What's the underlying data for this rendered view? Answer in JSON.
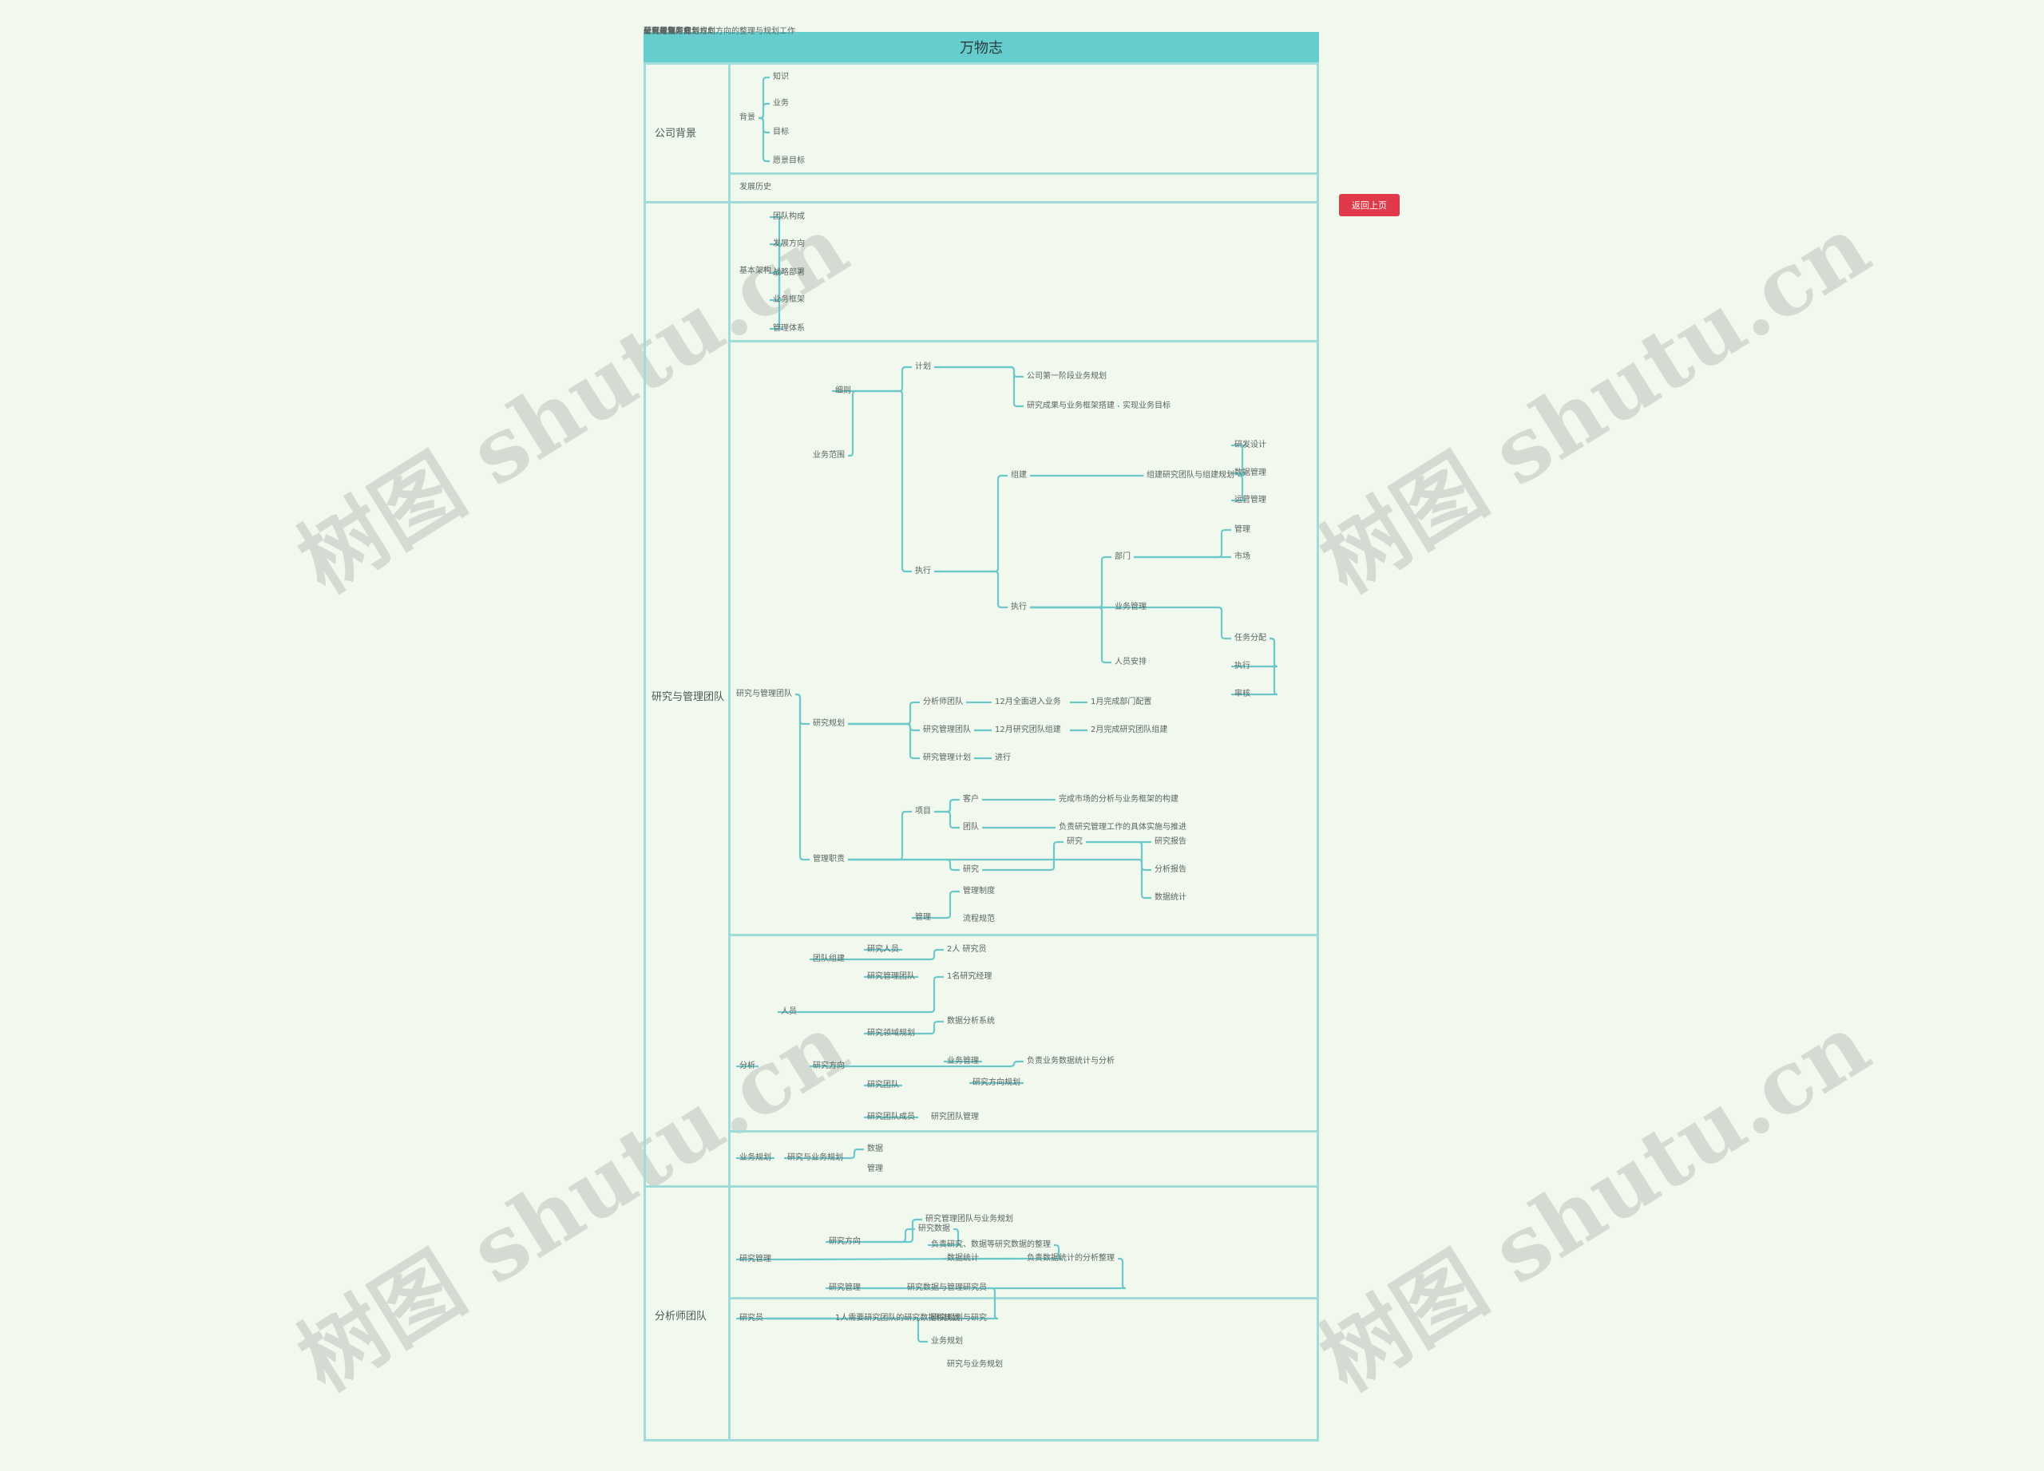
{
  "title": "万物志",
  "tag": "返回上页",
  "watermark": "树图 shutu.cn",
  "colors": {
    "header": "#66cdce",
    "border": "#9fdcda",
    "connector": "#6cc8c9",
    "tag": "#e03a4a",
    "background": "#f1f9ef"
  },
  "sections": [
    {
      "label": "公司背景"
    },
    {
      "label": "研究与管理团队"
    },
    {
      "label": "分析师团队"
    }
  ],
  "nodes": [
    {
      "t": "背景"
    },
    {
      "t": "知识"
    },
    {
      "t": "业务"
    },
    {
      "t": "目标"
    },
    {
      "t": "愿景目标"
    },
    {
      "t": "发展历史"
    },
    {
      "t": "基本架构"
    },
    {
      "t": "团队构成"
    },
    {
      "t": "发展方向"
    },
    {
      "t": "战略部署"
    },
    {
      "t": "业务框架"
    },
    {
      "t": "管理体系"
    },
    {
      "t": "业务范围"
    },
    {
      "t": "细则"
    },
    {
      "t": "计划"
    },
    {
      "t": "执行"
    },
    {
      "t": "公司第一阶段业务规划"
    },
    {
      "t": "研究成果与业务框架搭建"
    },
    {
      "t": "实现业务目标"
    },
    {
      "t": "组建"
    },
    {
      "t": "组建研究团队与组建规划"
    },
    {
      "t": "研发设计"
    },
    {
      "t": "数据管理"
    },
    {
      "t": "运营管理"
    },
    {
      "t": "执行"
    },
    {
      "t": "部门"
    },
    {
      "t": "管理"
    },
    {
      "t": "市场"
    },
    {
      "t": "业务管理"
    },
    {
      "t": "人员安排"
    },
    {
      "t": "任务分配"
    },
    {
      "t": "执行"
    },
    {
      "t": "审核"
    },
    {
      "t": "研究与管理团队"
    },
    {
      "t": "研究规划"
    },
    {
      "t": "分析师团队"
    },
    {
      "t": "12月全面进入业务"
    },
    {
      "t": "1月完成部门配置"
    },
    {
      "t": "研究管理团队"
    },
    {
      "t": "12月研究团队组建"
    },
    {
      "t": "2月完成研究团队组建"
    },
    {
      "t": "研究管理计划"
    },
    {
      "t": "进行"
    },
    {
      "t": "管理职责"
    },
    {
      "t": "项目"
    },
    {
      "t": "客户"
    },
    {
      "t": "完成市场的分析与业务框架的构建"
    },
    {
      "t": "团队"
    },
    {
      "t": "负责研究管理工作的具体实施与推进"
    },
    {
      "t": "研究"
    },
    {
      "t": "研究"
    },
    {
      "t": "研究报告"
    },
    {
      "t": "分析报告"
    },
    {
      "t": "数据统计"
    },
    {
      "t": "管理"
    },
    {
      "t": "管理制度"
    },
    {
      "t": "流程规范"
    },
    {
      "t": "分析"
    },
    {
      "t": "人员"
    },
    {
      "t": "团队组建"
    },
    {
      "t": "研究人员"
    },
    {
      "t": "2人 研究员"
    },
    {
      "t": "研究管理团队"
    },
    {
      "t": "1名研究经理"
    },
    {
      "t": "研究方向"
    },
    {
      "t": "研究领域规划"
    },
    {
      "t": "数据分析系统"
    },
    {
      "t": "业务管理"
    },
    {
      "t": "负责业务数据统计与分析"
    },
    {
      "t": "研究团队"
    },
    {
      "t": "研究方向规划"
    },
    {
      "t": "研究团队成员"
    },
    {
      "t": "研究团队管理"
    },
    {
      "t": "业务规划"
    },
    {
      "t": "研究与业务规划"
    },
    {
      "t": "数据"
    },
    {
      "t": "管理"
    },
    {
      "t": "研究管理"
    },
    {
      "t": "研究方向"
    },
    {
      "t": "研究管理团队与业务规划"
    },
    {
      "t": "研究数据"
    },
    {
      "t": "负责研究、数据等研究数据的整理"
    },
    {
      "t": "数据统计"
    },
    {
      "t": "负责数据统计的分析整理"
    },
    {
      "t": "研究管理"
    },
    {
      "t": "研究数据与管理"
    },
    {
      "t": "研究员"
    },
    {
      "t": "研究员"
    },
    {
      "t": "1人需要研究团队的研究数据和规划"
    },
    {
      "t": "研究规划与研究"
    },
    {
      "t": "业务规划"
    },
    {
      "t": "研究与业务规划"
    },
    {
      "t": "负责研究与业务规划方向的整理与规划工作"
    },
    {
      "t": "研究规划方向"
    },
    {
      "t": "研究方案"
    },
    {
      "t": "业务规划研究"
    },
    {
      "t": "研究与业务规划方向"
    },
    {
      "t": "分析报告与规划"
    }
  ]
}
